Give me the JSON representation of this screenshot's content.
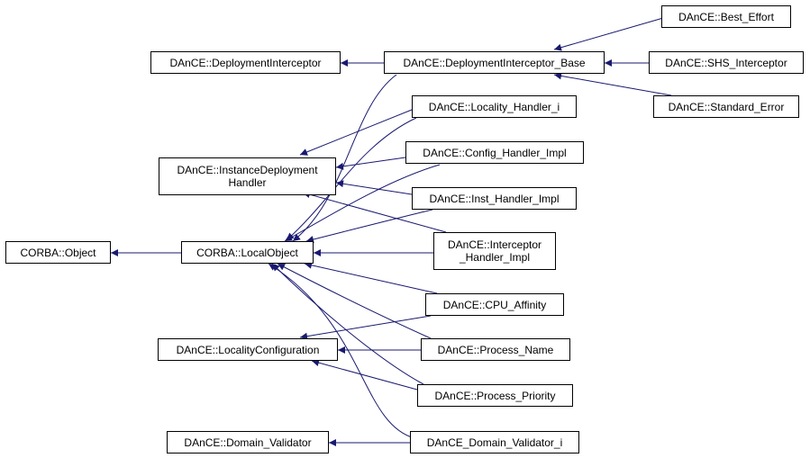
{
  "colors": {
    "edge": "#191970",
    "node_border": "#000000",
    "node_bg": "#ffffff",
    "text": "#000000"
  },
  "nodes": {
    "corba_object": "CORBA::Object",
    "corba_localobject": "CORBA::LocalObject",
    "deployment_interceptor": "DAnCE::DeploymentInterceptor",
    "deployment_interceptor_base": "DAnCE::DeploymentInterceptor_Base",
    "best_effort": "DAnCE::Best_Effort",
    "shs_interceptor": "DAnCE::SHS_Interceptor",
    "standard_error": "DAnCE::Standard_Error",
    "instance_deployment_handler": {
      "line1": "DAnCE::InstanceDeployment",
      "line2": "Handler"
    },
    "locality_handler_i": "DAnCE::Locality_Handler_i",
    "config_handler_impl": "DAnCE::Config_Handler_Impl",
    "inst_handler_impl": "DAnCE::Inst_Handler_Impl",
    "interceptor_handler_impl": {
      "line1": "DAnCE::Interceptor",
      "line2": "_Handler_Impl"
    },
    "cpu_affinity": "DAnCE::CPU_Affinity",
    "locality_configuration": "DAnCE::LocalityConfiguration",
    "process_name": "DAnCE::Process_Name",
    "process_priority": "DAnCE::Process_Priority",
    "domain_validator": "DAnCE::Domain_Validator",
    "domain_validator_i": "DAnCE_Domain_Validator_i"
  }
}
